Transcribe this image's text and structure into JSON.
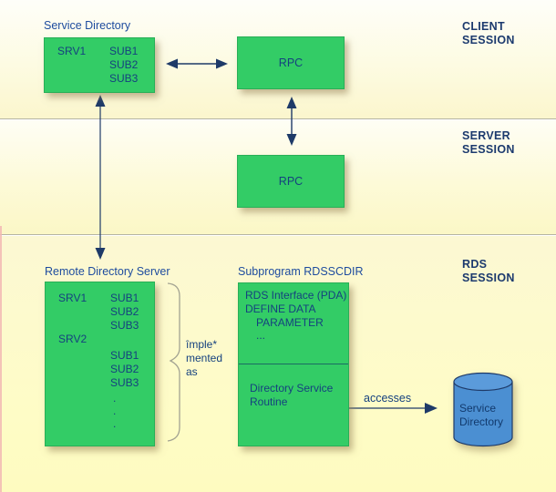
{
  "bands": {
    "client": {
      "label_line1": "CLIENT",
      "label_line2": "SESSION"
    },
    "server": {
      "label_line1": "SERVER",
      "label_line2": "SESSION"
    },
    "rds": {
      "label_line1": "RDS",
      "label_line2": "SESSION"
    }
  },
  "service_directory_box": {
    "title": "Service Directory",
    "srv": "SRV1",
    "subs": [
      "SUB1",
      "SUB2",
      "SUB3"
    ]
  },
  "client_rpc": {
    "label": "RPC"
  },
  "server_rpc": {
    "label": "RPC"
  },
  "remote_directory_server_box": {
    "title": "Remote Directory Server",
    "entries": [
      {
        "srv": "SRV1",
        "sub": "SUB1"
      },
      {
        "srv": "",
        "sub": "SUB2"
      },
      {
        "srv": "",
        "sub": "SUB3"
      },
      {
        "srv": "SRV2",
        "sub": ""
      },
      {
        "srv": "",
        "sub": "SUB1"
      },
      {
        "srv": "",
        "sub": "SUB2"
      },
      {
        "srv": "",
        "sub": "SUB3"
      },
      {
        "srv": "",
        "sub": "."
      },
      {
        "srv": "",
        "sub": "."
      },
      {
        "srv": "",
        "sub": "."
      }
    ]
  },
  "brace_annotation": {
    "line1": "împle*",
    "line2": "mented",
    "line3": "as"
  },
  "subprogram_box": {
    "title": "Subprogram RDSSCDIR",
    "interface_lines": [
      "RDS Interface (PDA)",
      "DEFINE DATA",
      "PARAMETER",
      "..."
    ],
    "routine_lines": [
      "Directory Service",
      "Routine"
    ]
  },
  "accesses_arrow": {
    "label": "accesses"
  },
  "database": {
    "line1": "Service",
    "line2": "Directory"
  },
  "colors": {
    "box_green": "#33cc66",
    "database_blue": "#4b8fd2",
    "text_navy": "#15417f",
    "session_label_navy": "#1c3a6e",
    "title_blue": "#1d4b9e",
    "band_separator": "#b5b5a3",
    "arrow_navy": "#1e3a68",
    "background_yellow": "#fefbc0"
  }
}
